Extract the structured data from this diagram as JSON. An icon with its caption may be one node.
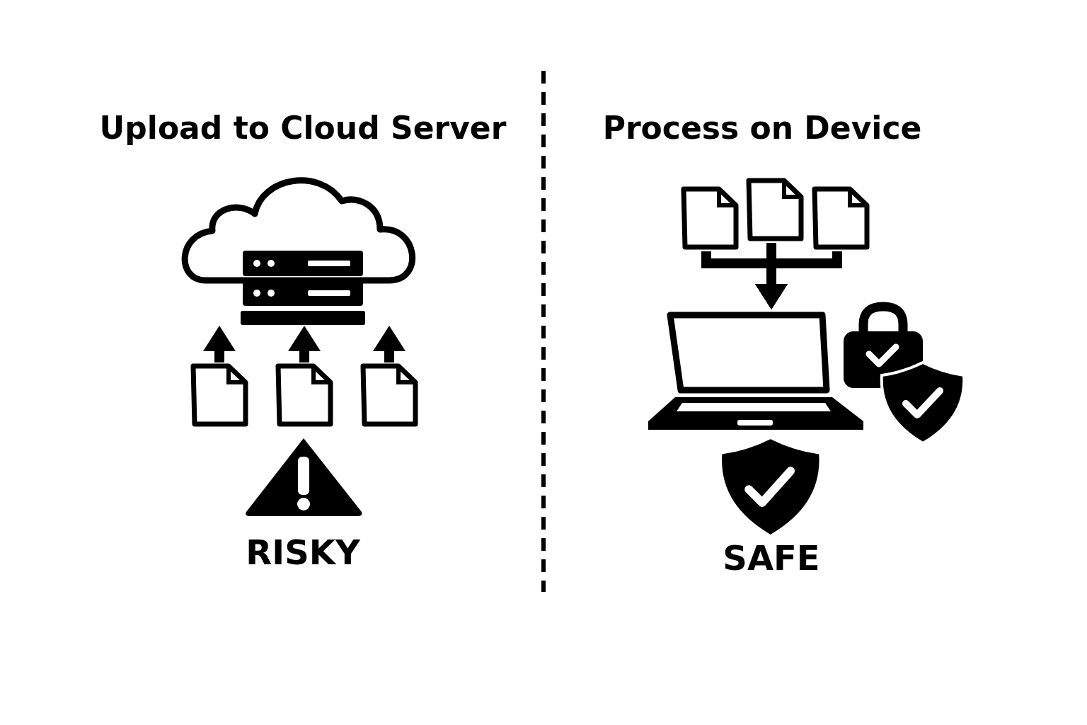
{
  "diagram": {
    "nodes": [
      {
        "text": [],
        "shape": "cloud"
      },
      {
        "text": [],
        "shape": "document"
      },
      {
        "text": [],
        "shape": "document"
      },
      {
        "text": [],
        "shape": "document"
      },
      {
        "text": [],
        "shape": "document"
      },
      {
        "text": [],
        "shape": "document"
      },
      {
        "text": [],
        "shape": "document"
      },
      {
        "text": [],
        "shape": "laptop"
      }
    ],
    "edges": [
      {
        "from": 1,
        "to": 0,
        "arrow": "to"
      },
      {
        "from": 2,
        "to": 0,
        "arrow": "to"
      },
      {
        "from": 3,
        "to": 0,
        "arrow": "to"
      },
      {
        "from": 4,
        "to": 7,
        "arrow": "to"
      },
      {
        "from": 5,
        "to": 7,
        "arrow": "to"
      },
      {
        "from": 6,
        "to": 7,
        "arrow": "to"
      }
    ],
    "labels": [
      "Upload to Cloud Server",
      "Process on Device",
      "RISKY",
      "SAFE"
    ]
  }
}
